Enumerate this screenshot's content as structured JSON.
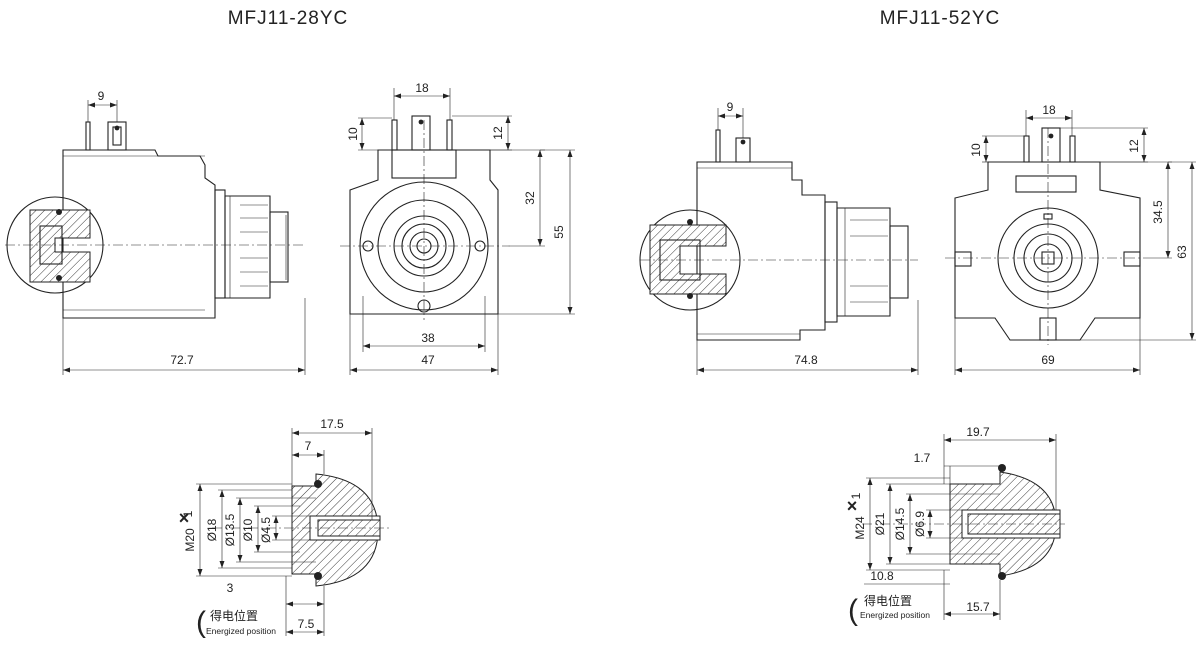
{
  "titles": {
    "left": "MFJ11-28YC",
    "right": "MFJ11-52YC"
  },
  "left": {
    "side": {
      "pin_offset": "9",
      "length": "72.7"
    },
    "front": {
      "pin_span": "18",
      "pin_height": "10",
      "pin_height2": "12",
      "center_h": "32",
      "height": "55",
      "hole_span": "38",
      "width": "47"
    },
    "detail": {
      "w_total": "17.5",
      "w_step": "7",
      "thread": "M20",
      "thread_pitch": "1",
      "d1": "Ø18",
      "d2": "Ø13.5",
      "d3": "Ø10",
      "d4": "Ø4.5",
      "gap": "3",
      "energized_w": "7.5"
    },
    "energized_cn": "得电位置",
    "energized_en": "Energized position"
  },
  "right": {
    "side": {
      "pin_offset": "9",
      "length": "74.8"
    },
    "front": {
      "pin_span": "18",
      "pin_height": "10",
      "pin_height2": "12",
      "center_h": "34.5",
      "height": "63",
      "width": "69"
    },
    "detail": {
      "w_total": "19.7",
      "w_step": "1.7",
      "thread": "M24",
      "thread_pitch": "1",
      "d1": "Ø21",
      "d2": "Ø14.5",
      "d3": "Ø6.9",
      "gap": "10.8",
      "energized_w": "15.7"
    },
    "energized_cn": "得电位置",
    "energized_en": "Energized position"
  }
}
